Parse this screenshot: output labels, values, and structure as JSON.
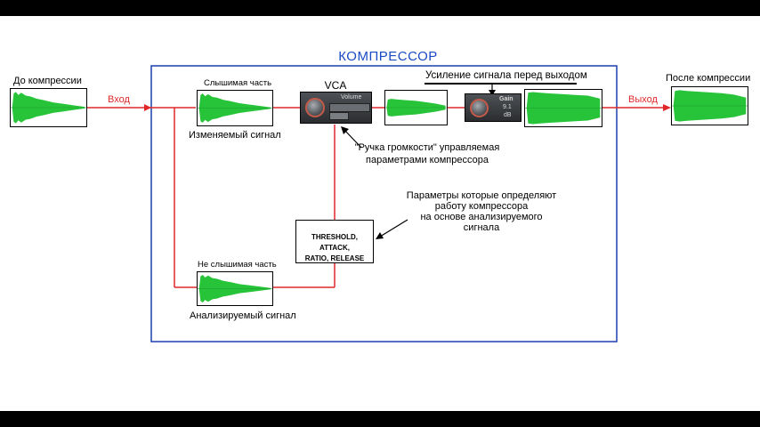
{
  "title": "КОМПРЕССОР",
  "labels": {
    "before": "До компрессии",
    "after": "После компрессии",
    "input": "Вход",
    "output": "Выход",
    "audible": "Слышимая часть",
    "inaudible": "Не слышимая часть",
    "modified_signal": "Изменяемый сигнал",
    "analyzed_signal": "Анализируемый сигнал",
    "vca": "VCA",
    "gain_heading": "Усиление сигнала перед выходом",
    "volume_note_line1": "\"Ручка громкости\" управляемая",
    "volume_note_line2": "параметрами компрессора",
    "params_note_line1": "Параметры которые определяют",
    "params_note_line2": "работу компрессора",
    "params_note_line3": "на основе анализируемого",
    "params_note_line4": "сигнала"
  },
  "params_box": {
    "line1": "THRESHOLD, ATTACK,",
    "line2": "RATIO, RELEASE"
  },
  "volume_plugin": {
    "label": "Volume"
  },
  "gain_plugin": {
    "label": "Gain",
    "value": "9.1",
    "unit": "dB"
  },
  "colors": {
    "signal_line": "#e0282a",
    "box_border": "#1a3fb0",
    "waveform": "#27c43a",
    "title": "#1a4bc4"
  },
  "icons": [
    "waveform-icon",
    "knob-icon",
    "arrow-icon"
  ]
}
